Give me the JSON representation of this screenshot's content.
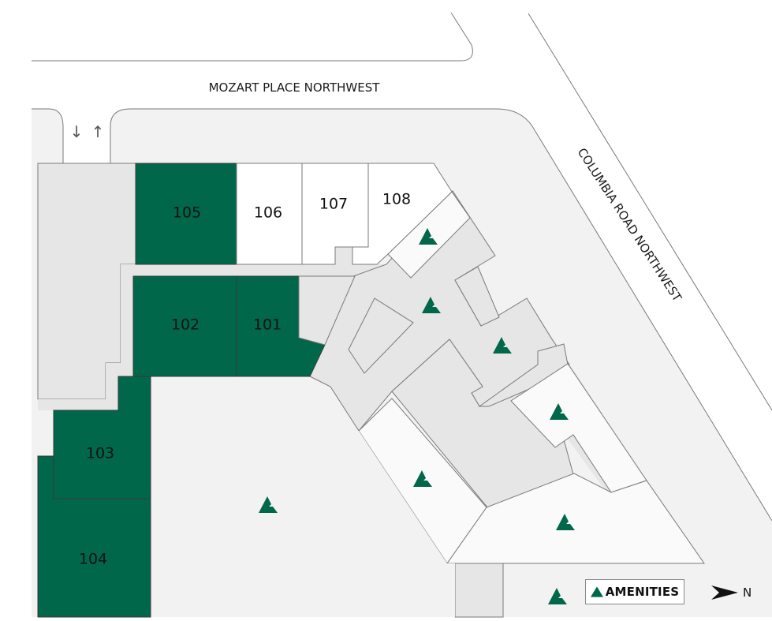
{
  "streets": {
    "top": "MOZART PLACE NORTHWEST",
    "right": "COLUMBIA ROAD NORTHWEST"
  },
  "driveway": {
    "arrows": [
      "↓",
      "↑"
    ]
  },
  "units": [
    {
      "id": "101",
      "label": "101",
      "status": "leased"
    },
    {
      "id": "102",
      "label": "102",
      "status": "leased"
    },
    {
      "id": "103",
      "label": "103",
      "status": "leased"
    },
    {
      "id": "104",
      "label": "104",
      "status": "leased"
    },
    {
      "id": "105",
      "label": "105",
      "status": "leased"
    },
    {
      "id": "106",
      "label": "106",
      "status": "available"
    },
    {
      "id": "107",
      "label": "107",
      "status": "available"
    },
    {
      "id": "108",
      "label": "108",
      "status": "available"
    }
  ],
  "amenity_markers": 8,
  "legend": {
    "icon": "amenity-icon",
    "label": "AMENITIES"
  },
  "compass": {
    "icon": "north-arrow-icon",
    "label": "N"
  },
  "colors": {
    "leased": "#00674a",
    "available": "#ffffff",
    "amenity": "#00674a",
    "common": "#e6e6e6",
    "site": "#f2f2f2",
    "amenity_space": "#fafafa",
    "outline": "#7a7a7a"
  }
}
